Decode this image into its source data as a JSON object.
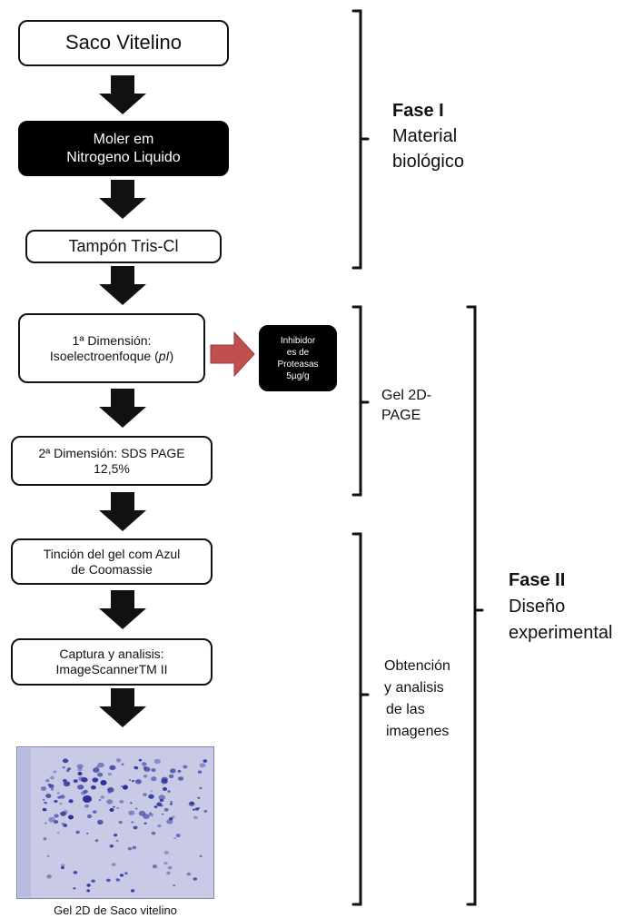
{
  "steps": {
    "saco": "Saco Vitelino",
    "moler_1": "Moler em",
    "moler_2": "Nitrogeno Liquido",
    "tampon": "Tampón Tris-Cl",
    "dim1_1": "1ª Dimensión:",
    "dim1_2": "Isoelectroenfoque (",
    "dim1_pi": "pI",
    "dim1_3": ")",
    "dim2_1": "2ª Dimensión: SDS PAGE",
    "dim2_2": "12,5%",
    "tincion_1": "Tinción del gel com Azul",
    "tincion_2": "de Coomassie",
    "captura_1": "Captura y analisis:",
    "captura_2": "ImageScannerTM II"
  },
  "inhibitor": {
    "l1": "Inhibidor",
    "l2": "es de",
    "l3": "Proteasas",
    "l4": "5µg/g"
  },
  "gel_caption": "Gel 2D de Saco vitelino",
  "phases": {
    "fase1_title": "Fase I",
    "fase1_l1": "Material",
    "fase1_l2": "biológico",
    "gel2d_l1": "Gel 2D-",
    "gel2d_l2": "PAGE",
    "obt_l1": "Obtención",
    "obt_l2": "y  analisis",
    "obt_l3": "de las",
    "obt_l4": "imagenes",
    "fase2_title": "Fase II",
    "fase2_l1": "Diseño",
    "fase2_l2": "experimental"
  },
  "colors": {
    "arrow_dark": "#111111",
    "arrow_red": "#c0504d",
    "gel_bg": "#c9cbe6",
    "spot": "#27309a"
  }
}
